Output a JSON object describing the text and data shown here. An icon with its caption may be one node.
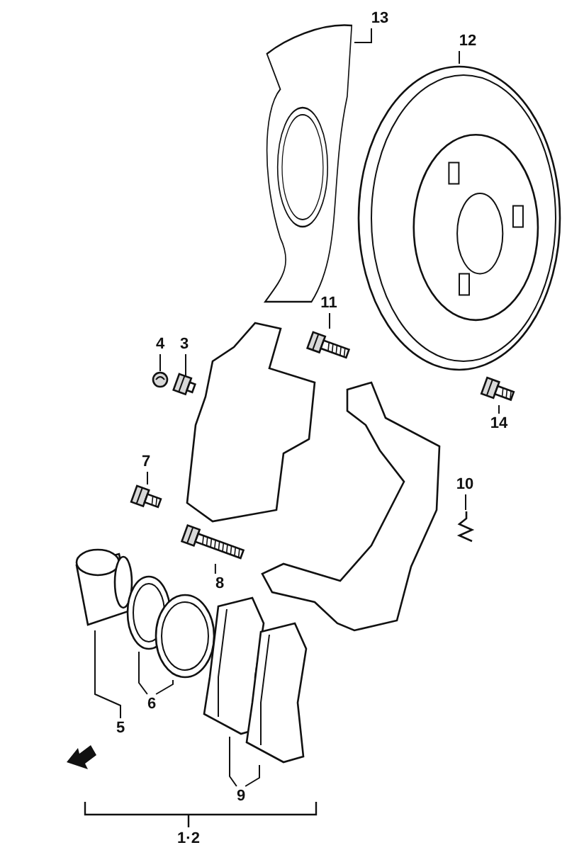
{
  "diagram": {
    "nodes": [
      {
        "text": [
          "13"
        ]
      },
      {
        "text": [],
        "shape": "picture"
      },
      {
        "text": [
          "12"
        ]
      },
      {
        "text": [],
        "shape": "picture"
      },
      {
        "text": [
          "11"
        ]
      },
      {
        "text": [],
        "shape": "picture"
      },
      {
        "text": [
          "4"
        ]
      },
      {
        "text": [],
        "shape": "picture"
      },
      {
        "text": [
          "3"
        ]
      },
      {
        "text": [],
        "shape": "picture"
      },
      {
        "text": [
          "14"
        ]
      },
      {
        "text": [],
        "shape": "picture"
      },
      {
        "text": [
          "7"
        ]
      },
      {
        "text": [],
        "shape": "picture"
      },
      {
        "text": [
          "8"
        ]
      },
      {
        "text": [],
        "shape": "picture"
      },
      {
        "text": [
          "10"
        ]
      },
      {
        "text": [],
        "shape": "picture"
      },
      {
        "text": [
          "5"
        ]
      },
      {
        "text": [],
        "shape": "picture"
      },
      {
        "text": [
          "6"
        ]
      },
      {
        "text": [],
        "shape": "picture"
      },
      {
        "text": [],
        "shape": "picture"
      },
      {
        "text": [
          "9"
        ]
      },
      {
        "text": [],
        "shape": "picture"
      },
      {
        "text": [],
        "shape": "picture"
      }
    ],
    "edges": [
      {
        "from": 0,
        "to": 1,
        "arrow": "none"
      },
      {
        "from": 2,
        "to": 3,
        "arrow": "none"
      },
      {
        "from": 4,
        "to": 5,
        "arrow": "none"
      },
      {
        "from": 6,
        "to": 7,
        "arrow": "none"
      },
      {
        "from": 8,
        "to": 9,
        "arrow": "none"
      },
      {
        "from": 10,
        "to": 11,
        "arrow": "none"
      },
      {
        "from": 12,
        "to": 13,
        "arrow": "none"
      },
      {
        "from": 14,
        "to": 15,
        "arrow": "none"
      },
      {
        "from": 16,
        "to": 17,
        "arrow": "none"
      },
      {
        "from": 18,
        "to": 19,
        "arrow": "none"
      },
      {
        "from": 20,
        "to": 21,
        "arrow": "none"
      },
      {
        "from": 20,
        "to": 22,
        "arrow": "none"
      },
      {
        "from": 23,
        "to": 24,
        "arrow": "none"
      },
      {
        "from": 23,
        "to": 25,
        "arrow": "none"
      }
    ],
    "labels": [
      "1·2"
    ]
  }
}
